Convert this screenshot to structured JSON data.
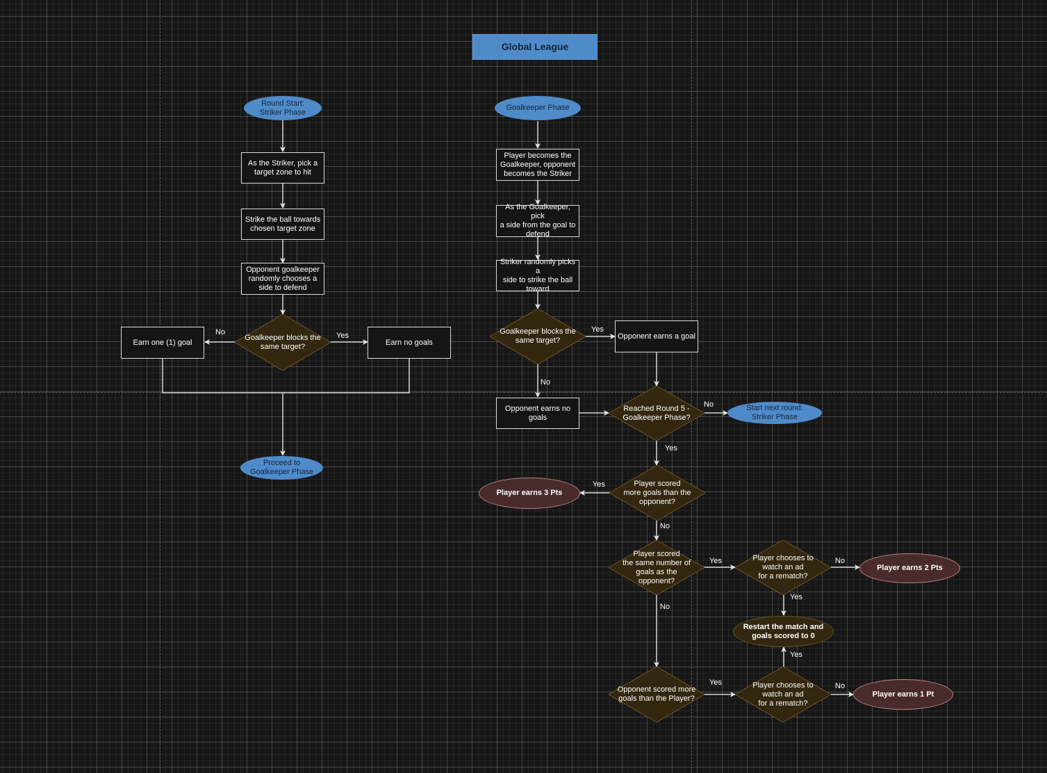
{
  "title": "Global League",
  "striker_phase": {
    "start": "Round Start:\nStriker Phase",
    "step1": "As the Striker, pick a\ntarget zone to hit",
    "step2": "Strike the ball towards\nchosen target zone",
    "step3": "Opponent goalkeeper\nrandomly chooses a\nside to defend",
    "decision": "Goalkeeper blocks the\nsame target?",
    "no_outcome": "Earn one (1) goal",
    "yes_outcome": "Earn no goals",
    "label_no": "No",
    "label_yes": "Yes",
    "end": "Proceed to\nGoalkeeper Phase"
  },
  "goalkeeper_phase": {
    "start": "Goalkeeper Phase",
    "step1": "Player becomes the\nGoalkeeper, opponent\nbecomes the Striker",
    "step2": "As the Goalkeeper, pick\na side from the goal to\ndefend",
    "step3": "Striker randomly picks a\nside to strike the ball\ntoward",
    "decision": "Goalkeeper blocks the\nsame target?",
    "yes_outcome": "Opponent earns a goal",
    "no_outcome": "Opponent earns no\ngoals",
    "label_yes": "Yes",
    "label_no": "No"
  },
  "round_check": {
    "decision": "Reached Round 5 -\nGoalkeeper Phase?",
    "label_no": "No",
    "no_outcome": "Start next round:\nStriker Phase",
    "label_yes": "Yes"
  },
  "results": {
    "more_goals": "Player scored\nmore goals than the\nopponent?",
    "more_yes_label": "Yes",
    "more_yes_outcome": "Player earns 3 Pts",
    "more_no_label": "No",
    "same_goals": "Player scored\nthe same number of\ngoals as the\nopponent?",
    "same_yes_label": "Yes",
    "same_no_label": "No",
    "ad_rematch_1": "Player chooses to\nwatch an ad\nfor a rematch?",
    "ad1_no_label": "No",
    "ad1_no_outcome": "Player earns 2 Pts",
    "ad1_yes_label": "Yes",
    "restart": "Restart the match and\ngoals scored to 0",
    "opp_more": "Opponent scored more\ngoals than the Player?",
    "opp_yes_label": "Yes",
    "ad_rematch_2": "Player chooses to\nwatch an ad\nfor a rematch?",
    "ad2_yes_label": "Yes",
    "ad2_no_label": "No",
    "ad2_no_outcome": "Player earns 1 Pt"
  }
}
